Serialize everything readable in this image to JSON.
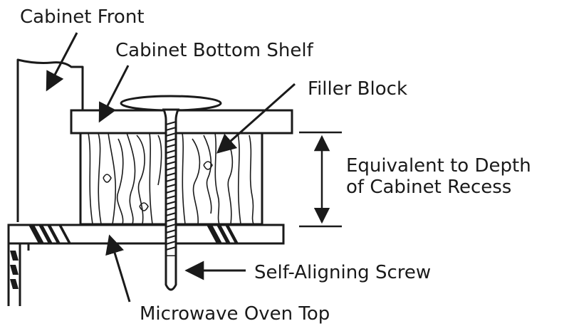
{
  "labels": {
    "cabinet_front": "Cabinet Front",
    "cabinet_bottom_shelf": "Cabinet Bottom Shelf",
    "filler_block": "Filler Block",
    "depth_line1": "Equivalent to Depth",
    "depth_line2": "of Cabinet Recess",
    "self_aligning_screw": "Self-Aligning Screw",
    "microwave_oven_top": "Microwave Oven Top"
  },
  "colors": {
    "ink": "#1a1a1a",
    "background": "#ffffff"
  }
}
